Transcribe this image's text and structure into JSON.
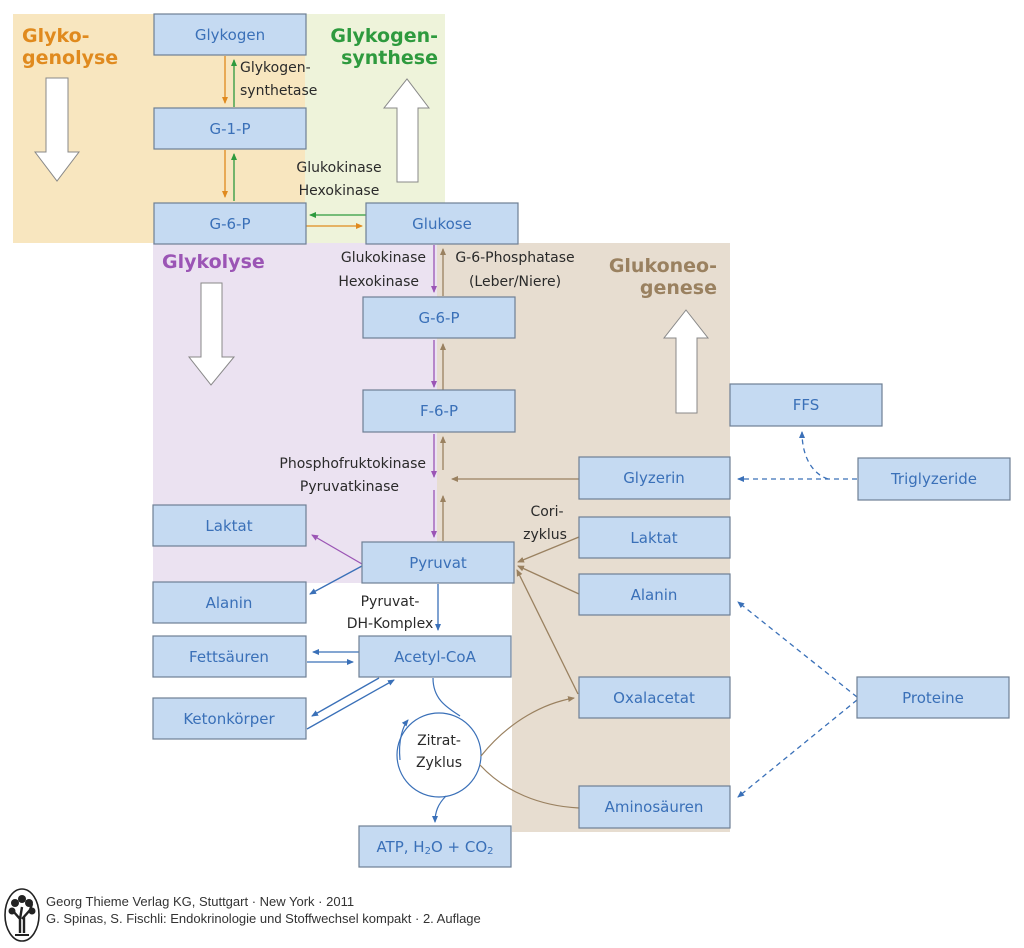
{
  "colors": {
    "glykogenolyse": "#e08a1e",
    "glykogensynthese": "#2e9a3e",
    "glykolyse": "#9b55b5",
    "glukoneogenese": "#9a8160",
    "node_text": "#3a70b8",
    "blue_arrow": "#3a70b8",
    "region_orange_bg": "#f8e6bf",
    "region_green_bg": "#eef3da",
    "region_purple_bg": "#ebe2f1",
    "region_brown_bg": "#e7ddd0"
  },
  "regions": {
    "glykogenolyse": {
      "title_line1": "Glyko-",
      "title_line2": "genolyse",
      "direction": "down"
    },
    "glykogensynthese": {
      "title_line1": "Glykogen-",
      "title_line2": "synthese",
      "direction": "up"
    },
    "glykolyse": {
      "title_line1": "Glykolyse",
      "direction": "down"
    },
    "glukoneogenese": {
      "title_line1": "Glukoneo-",
      "title_line2": "genese",
      "direction": "up"
    }
  },
  "nodes": {
    "glykogen": "Glykogen",
    "g1p": "G-1-P",
    "g6p_top": "G-6-P",
    "glukose": "Glukose",
    "g6p": "G-6-P",
    "f6p": "F-6-P",
    "laktat_left": "Laktat",
    "pyruvat": "Pyruvat",
    "alanin_left": "Alanin",
    "fettsaeuren": "Fettsäuren",
    "acetylcoa": "Acetyl-CoA",
    "ketonkoerper": "Ketonkörper",
    "atp": "ATP, H",
    "atp_sub1": "2",
    "atp_mid": "O + CO",
    "atp_sub2": "2",
    "ffs": "FFS",
    "glyzerin": "Glyzerin",
    "triglyzeride": "Triglyzeride",
    "laktat_right": "Laktat",
    "alanin_right": "Alanin",
    "oxalacetat": "Oxalacetat",
    "proteine": "Proteine",
    "aminosaeuren": "Aminosäuren"
  },
  "labels": {
    "glykogensynthetase_1": "Glykogen-",
    "glykogensynthetase_2": "synthetase",
    "glukokinase_top_1": "Glukokinase",
    "glukokinase_top_2": "Hexokinase",
    "glukokinase_mid_1": "Glukokinase",
    "glukokinase_mid_2": "Hexokinase",
    "g6phosphatase_1": "G-6-Phosphatase",
    "g6phosphatase_2": "(Leber/Niere)",
    "pfk_1": "Phosphofruktokinase",
    "pfk_2": "Pyruvatkinase",
    "cori_1": "Cori-",
    "cori_2": "zyklus",
    "pdh_1": "Pyruvat-",
    "pdh_2": "DH-Komplex",
    "zitrat_1": "Zitrat-",
    "zitrat_2": "Zyklus"
  },
  "footer": {
    "line1": "Georg Thieme Verlag KG, Stuttgart · New York · 2011",
    "line2": "G. Spinas, S. Fischli: Endokrinologie und Stoffwechsel kompakt · 2. Auflage",
    "logo_icon": "thieme-tree-logo"
  }
}
